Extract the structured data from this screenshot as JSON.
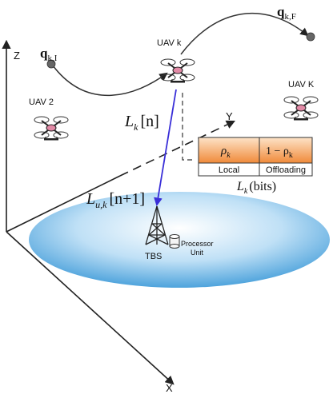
{
  "axes": {
    "z": "Z",
    "y": "Y",
    "x": "X"
  },
  "waypoints": {
    "initial": {
      "base": "q",
      "sub": "k,I"
    },
    "final": {
      "base": "q",
      "sub": "k,F"
    }
  },
  "uavs": {
    "uav_k": "UAV k",
    "uav_2": "UAV 2",
    "uav_K": "UAV K"
  },
  "offload_label": {
    "main": "L",
    "sub": "k",
    "arg": "[n]"
  },
  "uplink_label": {
    "main": "L",
    "sub": "u,k",
    "arg": "[n+1]"
  },
  "split_table": {
    "rho": {
      "main": "ρ",
      "sub": "k"
    },
    "one_minus_rho": {
      "main": "1 − ρ",
      "sub": "k"
    },
    "local": "Local",
    "offloading": "Offloading",
    "caption": {
      "main": "L",
      "sub": "k",
      "arg": "(bits)"
    }
  },
  "station": {
    "tbs": "TBS",
    "processor_line1": "Processor",
    "processor_line2": "Unit"
  },
  "colors": {
    "table_header_top": "#fde3c8",
    "table_header_bottom": "#f08a3a",
    "disk_center": "#ffffff",
    "disk_edge": "#4ea3dc",
    "link_arrow": "#3a2fd8"
  }
}
